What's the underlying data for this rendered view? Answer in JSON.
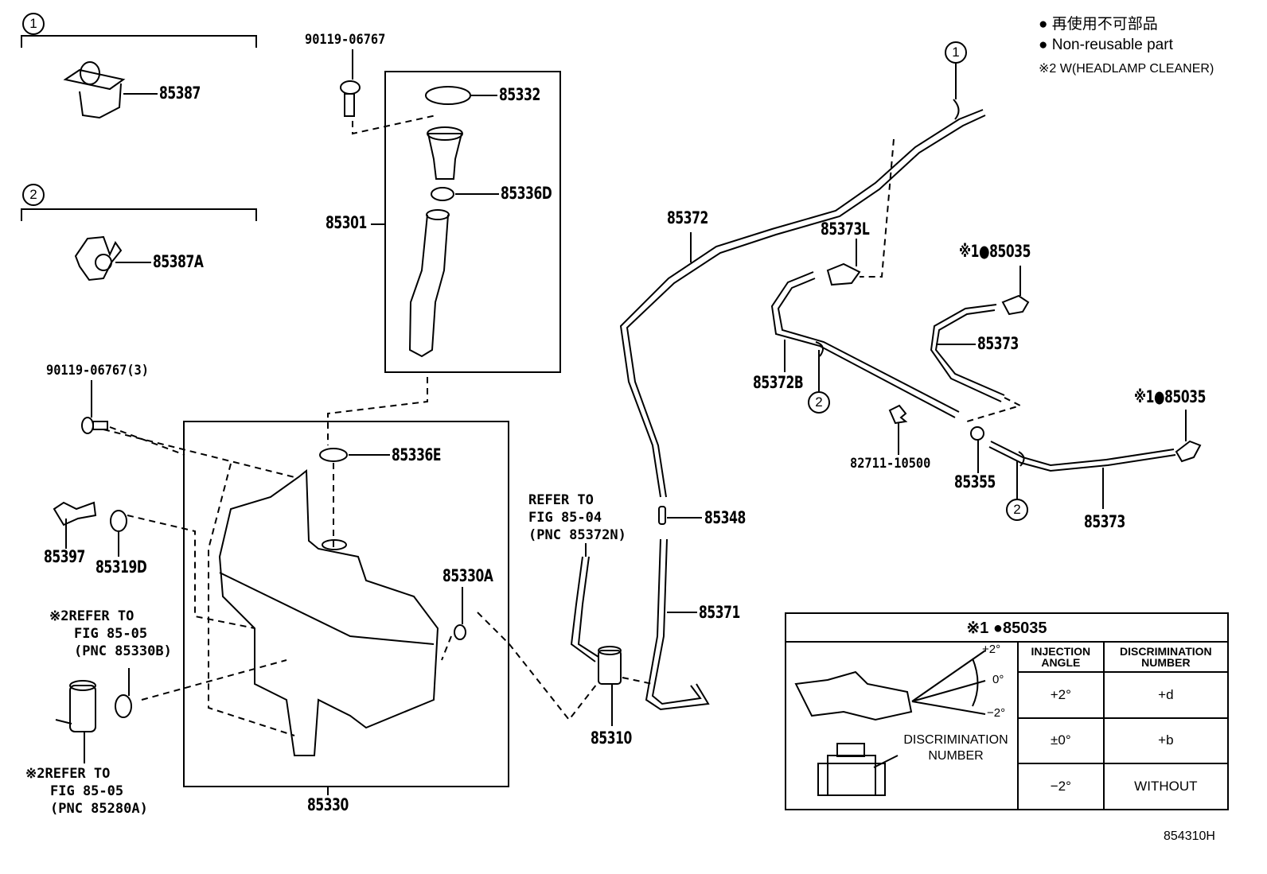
{
  "legend": {
    "jp_text": "再使用不可部品",
    "en_text": "Non-reusable part",
    "note_marker": "※2",
    "note_text": "W(HEADLAMP CLEANER)"
  },
  "figure_code": "854310H",
  "groups": [
    {
      "marker": "1",
      "part": "85387"
    },
    {
      "marker": "2",
      "part": "85387A"
    }
  ],
  "callout_markers": [
    "1",
    "2",
    "2"
  ],
  "parts": {
    "bolt_top": "90119-06767",
    "cap": "85332",
    "grommet_d": "85336D",
    "filler_pipe": "85301",
    "bolt_side": "90119-06767(3)",
    "clip": "85397",
    "grommet_side": "85319D",
    "grommet_e": "85336E",
    "grommet_a": "85330A",
    "tank": "85330",
    "pump": "85310",
    "hose_main": "85372",
    "joint": "85348",
    "hose_lower": "85371",
    "nozzle_l": "85373L",
    "hose_b": "85372B",
    "clamp_clip": "82711-10500",
    "joint_t": "85355",
    "hose_r1": "85373",
    "hose_r2": "85373",
    "nozzle_1": "85035",
    "nozzle_2": "85035",
    "nozzle_prefix": "※1●"
  },
  "references": {
    "pump_ref": {
      "line1": "REFER TO",
      "line2": "FIG 85-04",
      "line3": "(PNC 85372N)"
    },
    "ref_grommet": {
      "marker": "※2",
      "line1": "REFER TO",
      "line2": "FIG 85-05",
      "line3": "(PNC 85330B)"
    },
    "ref_motor": {
      "marker": "※2",
      "line1": "REFER TO",
      "line2": "FIG 85-05",
      "line3": "(PNC 85280A)"
    }
  },
  "injection_table": {
    "title": "※1 ●85035",
    "headers": [
      "INJECTION ANGLE",
      "DISCRIMINATION NUMBER"
    ],
    "rows": [
      {
        "angle": "+2°",
        "number": "+d"
      },
      {
        "angle": "±0°",
        "number": "+b"
      },
      {
        "angle": "−2°",
        "number": "WITHOUT"
      }
    ],
    "angle_labels": [
      "+2°",
      "0°",
      "−2°"
    ],
    "discrimination_label": "DISCRIMINATION NUMBER"
  }
}
